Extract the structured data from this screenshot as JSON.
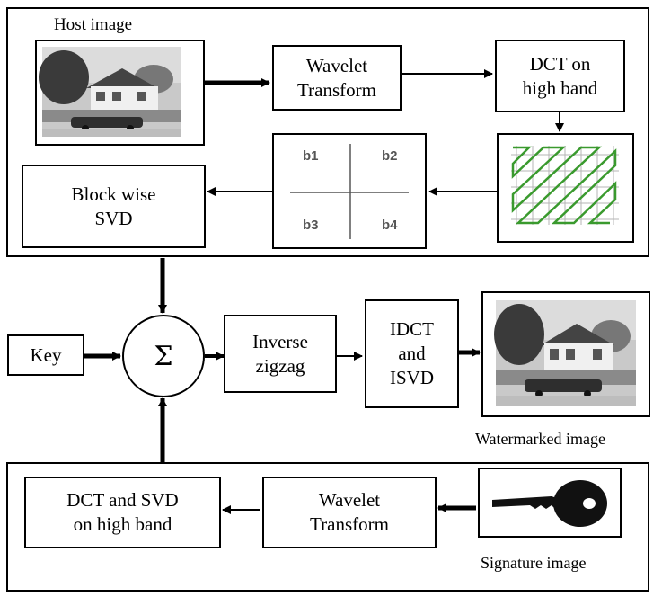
{
  "host": {
    "caption": "Host image",
    "wavelet": [
      "Wavelet",
      "Transform"
    ],
    "dct_high": [
      "DCT on",
      "high band"
    ],
    "block_svd": [
      "Block wise",
      "SVD"
    ],
    "bands": [
      "b1",
      "b2",
      "b3",
      "b4"
    ]
  },
  "middle": {
    "key": "Key",
    "sum_symbol": "Σ",
    "inverse_zigzag": [
      "Inverse",
      "zigzag"
    ],
    "idct_isvd": [
      "IDCT",
      "and",
      "ISVD"
    ],
    "watermarked_caption": "Watermarked image"
  },
  "signature": {
    "dct_svd": [
      "DCT and SVD",
      "on high band"
    ],
    "wavelet": [
      "Wavelet",
      "Transform"
    ],
    "caption": "Signature image"
  }
}
